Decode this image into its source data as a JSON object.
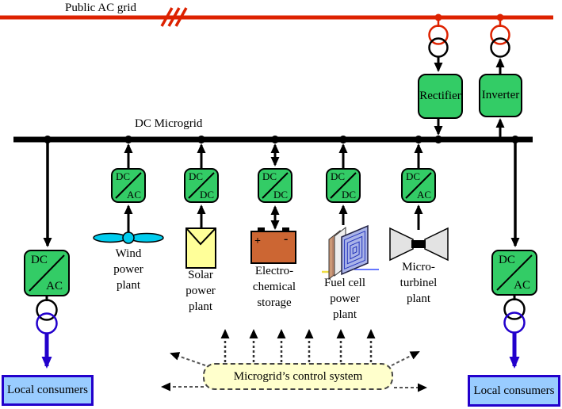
{
  "header": {
    "public_ac_grid": "Public AC grid",
    "dc_microgrid": "DC Microgrid"
  },
  "top_converters": {
    "rectifier": "Rectifier",
    "inverter": "Inverter"
  },
  "converter_boxes": [
    {
      "id": "wind-converter",
      "top": "DC",
      "bottom": "AC"
    },
    {
      "id": "solar-converter",
      "top": "DC",
      "bottom": "DC"
    },
    {
      "id": "storage-converter",
      "top": "DC",
      "bottom": "DC"
    },
    {
      "id": "fuel-cell-converter",
      "top": "DC",
      "bottom": "DC"
    },
    {
      "id": "microturbine-converter",
      "top": "DC",
      "bottom": "AC"
    },
    {
      "id": "left-consumer-converter",
      "top": "DC",
      "bottom": "AC"
    },
    {
      "id": "right-consumer-converter",
      "top": "DC",
      "bottom": "AC"
    }
  ],
  "sources": [
    {
      "id": "wind",
      "lines": [
        "Wind",
        "power",
        "plant"
      ]
    },
    {
      "id": "solar",
      "lines": [
        "Solar",
        "power",
        "plant"
      ]
    },
    {
      "id": "storage",
      "lines": [
        "Electro-",
        "chemical",
        "storage"
      ]
    },
    {
      "id": "fuel_cell",
      "lines": [
        "Fuel cell",
        "power",
        "plant"
      ]
    },
    {
      "id": "microturbine",
      "lines": [
        "Micro-",
        "turbinel",
        "plant"
      ]
    }
  ],
  "battery_marks": {
    "plus": "+",
    "minus": "-"
  },
  "consumers": {
    "left": "Local consumers",
    "right": "Local consumers"
  },
  "control_system": {
    "label": "Microgrid’s control system"
  },
  "colors": {
    "grid_red": "#dd2200",
    "bus_black": "#000000",
    "converter_green": "#33cc66",
    "consumer_fill": "#99ccff",
    "consumer_border": "#2200cc",
    "control_fill": "#ffffcc",
    "wind_cyan": "#00ccee",
    "solar_yellow": "#ffff99",
    "battery_orange": "#cc6633",
    "turbine_gray": "#e3e3e3"
  }
}
